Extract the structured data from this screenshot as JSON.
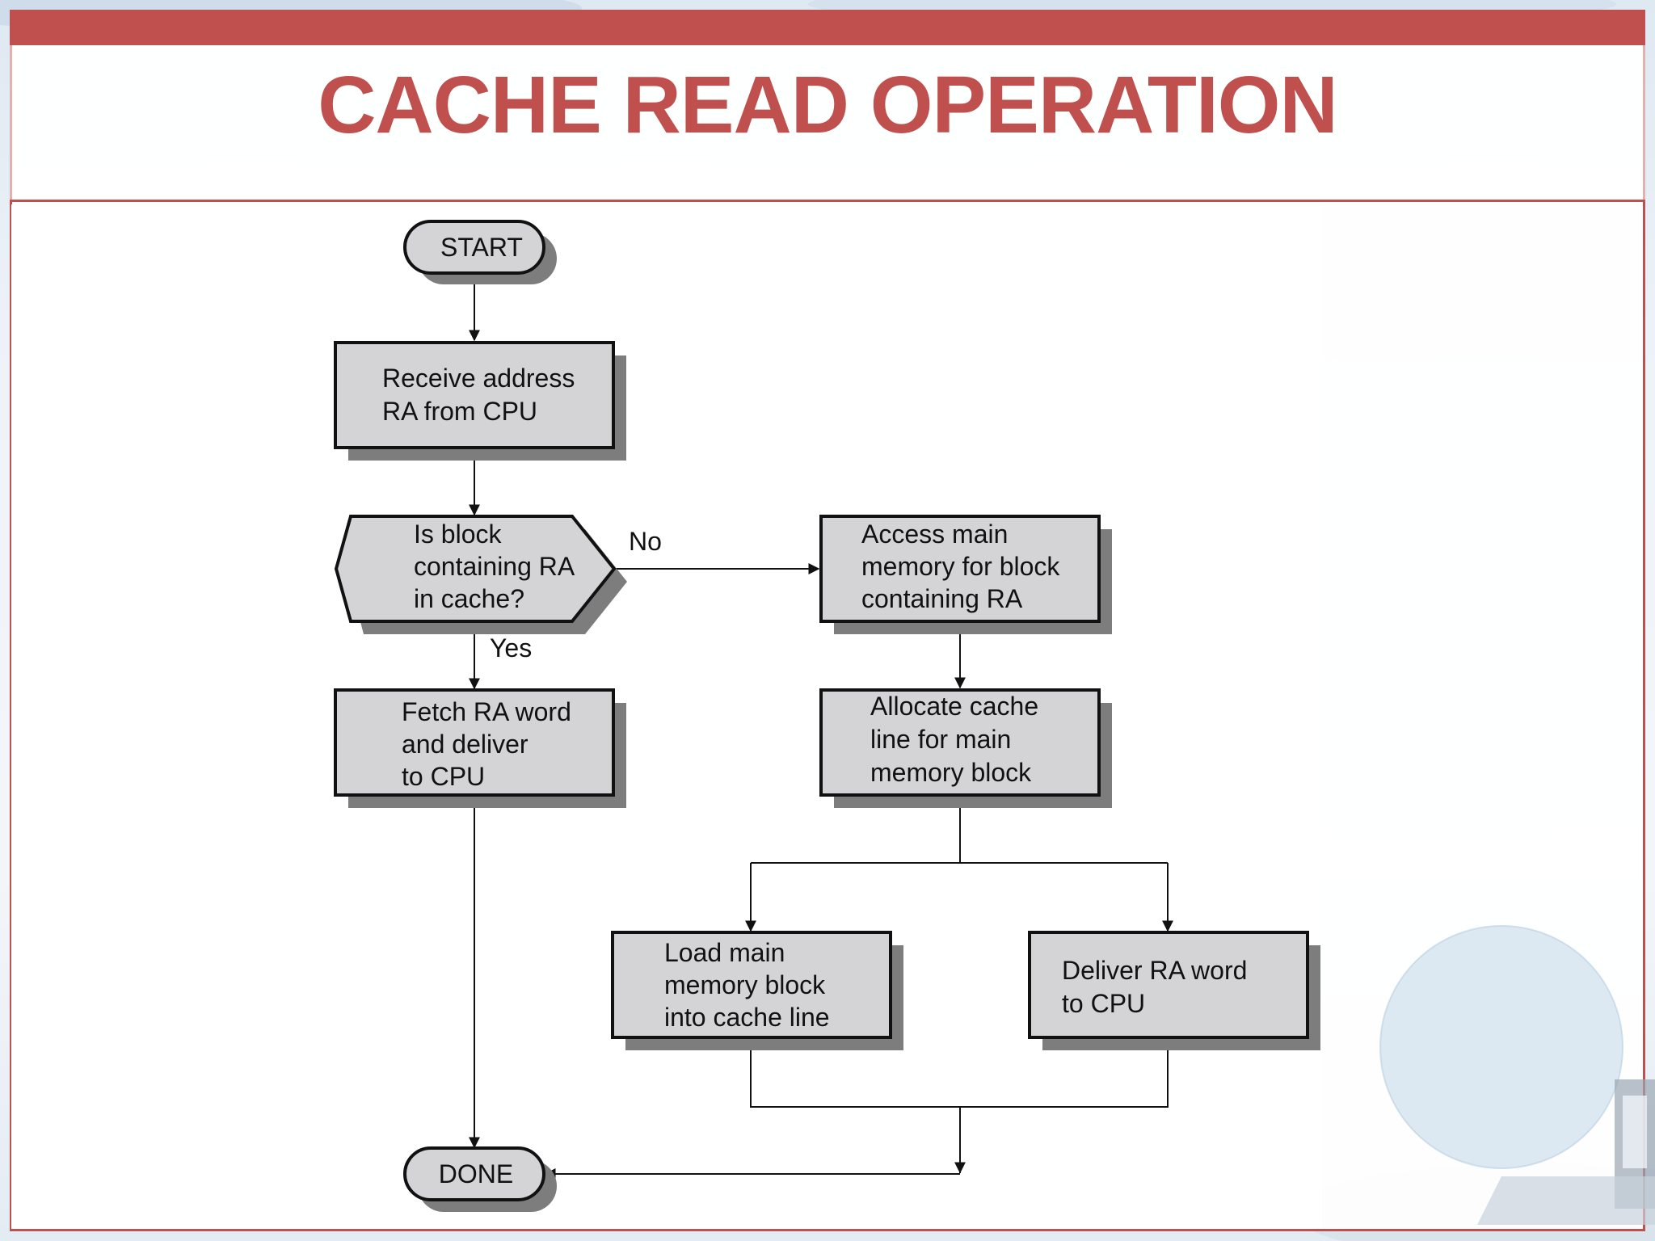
{
  "slide": {
    "title": "CACHE READ OPERATION",
    "accent_color": "#c0504d"
  },
  "flowchart": {
    "start": "START",
    "done": "DONE",
    "receive": [
      "Receive address",
      "RA from CPU"
    ],
    "decision": [
      "Is block",
      "containing RA",
      "in cache?"
    ],
    "fetch": [
      "Fetch RA word",
      "and deliver",
      "to CPU"
    ],
    "access": [
      "Access main",
      "memory for block",
      "containing RA"
    ],
    "allocate": [
      "Allocate cache",
      "line for main",
      "memory block"
    ],
    "load": [
      "Load main",
      "memory block",
      "into cache line"
    ],
    "deliver": [
      "Deliver RA word",
      "to CPU"
    ],
    "label_no": "No",
    "label_yes": "Yes"
  }
}
